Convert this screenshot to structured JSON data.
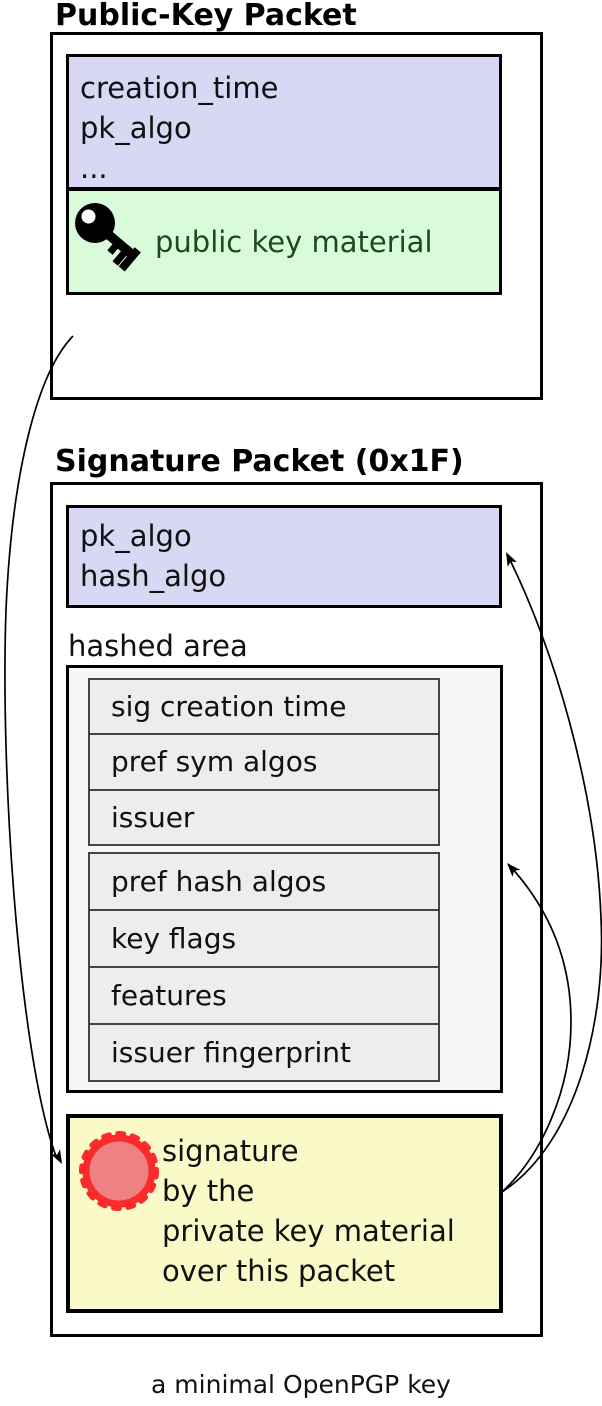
{
  "colors": {
    "lavender": "#d8d8f5",
    "green": "#d9fbd9",
    "green_text": "#1d4a1d",
    "yellow": "#fafac8",
    "seal_fill": "#ee8181",
    "seal_stroke": "#fb2b2b",
    "hashed_bg": "#f6f6f6",
    "row_bg": "#ededed"
  },
  "public_key_packet": {
    "title": "Public-Key Packet",
    "fields": [
      "creation_time",
      "pk_algo",
      "..."
    ],
    "material": {
      "icon": "key-icon",
      "label": "public key material"
    }
  },
  "signature_packet": {
    "title": "Signature Packet (0x1F)",
    "fields": [
      "pk_algo",
      "hash_algo"
    ],
    "hashed_area": {
      "label": "hashed area",
      "group1": [
        "sig creation time",
        "pref sym algos",
        "issuer"
      ],
      "group2": [
        "pref hash algos",
        "key flags",
        "features",
        "issuer fingerprint"
      ]
    },
    "signature": {
      "icon": "seal-icon",
      "lines": [
        "signature",
        "by the",
        "private key material",
        "over this packet"
      ]
    }
  },
  "arrows": [
    {
      "name": "arrow-public-key-to-signature"
    },
    {
      "name": "arrow-signature-to-algo-fields"
    },
    {
      "name": "arrow-signature-to-hashed-area"
    }
  ],
  "caption": "a minimal OpenPGP key"
}
